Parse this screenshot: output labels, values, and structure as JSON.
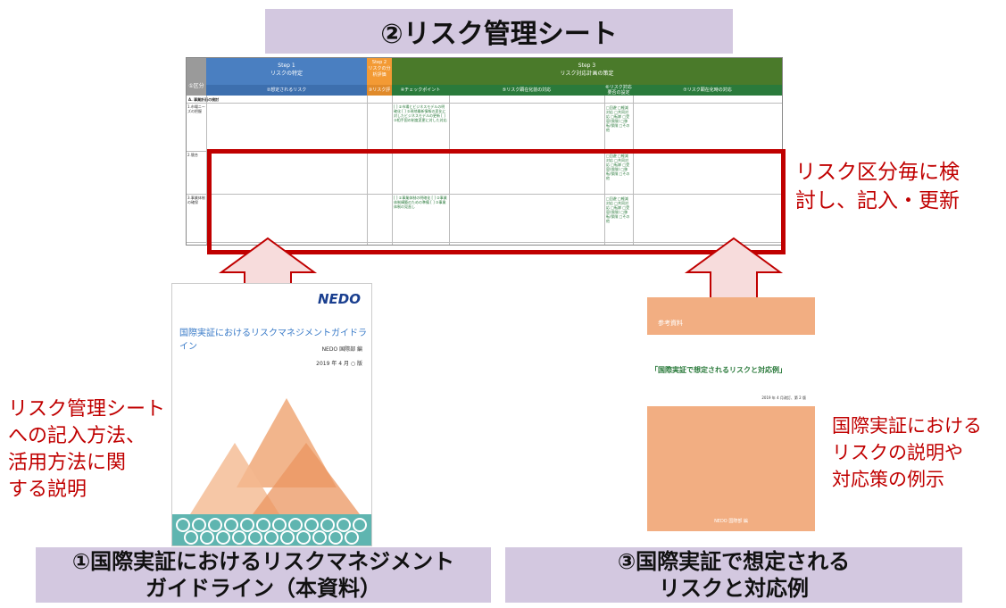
{
  "title": "②リスク管理シート",
  "sheet": {
    "col_label": "①区分",
    "step1": {
      "title": "Step 1",
      "subtitle": "リスクの特定",
      "sub": "②想定されるリスク"
    },
    "step2": {
      "title": "Step 2",
      "subtitle": "リスクの分析評価",
      "sub": "③リスク評価"
    },
    "step3": {
      "title": "Step 3",
      "subtitle": "リスク対応計画の策定",
      "subs": [
        "④チェックポイント",
        "⑤リスク顕在化前の対応",
        "⑥リスク対応要否の設定",
        "⑦リスク顕在化時の対応"
      ]
    },
    "section": "A. 事業計画の検討",
    "rows": [
      {
        "label": "1.市場ニーズの把握",
        "check": "[ ] ①市場とビジネスモデルの明確化 [ ] ②現地最新情報の変化に対したビジネスモデルの更新 [ ] ③相手国の制度変更に対した対応",
        "options": "□回避 □軽減対応 □共同対応 □転嫁 □受容(保険) □移転/保険 □その他"
      },
      {
        "label": "2.競合",
        "check": "",
        "options": "□回避 □軽減対応 □共同対応 □転嫁 □受容(保険) □移転/保険 □その他"
      },
      {
        "label": "3.事業体制の確保",
        "check": "[ ] ①事業体制の明確化 [ ] ②事業体制構築のための準備 [ ] ③事業体制の見直し",
        "options": "□回避 □軽減対応 □共同対応 □転嫁 □受容(保険) □移転/保険 □その他"
      }
    ]
  },
  "callout_right": [
    "リスク区分毎に検",
    "討し、記入・更新"
  ],
  "callout_left": [
    "リスク管理シート",
    "への記入方法、",
    "活用方法に関",
    "する説明"
  ],
  "callout_bottom_right": [
    "国際実証における",
    "リスクの説明や",
    "対応策の例示"
  ],
  "doc1": {
    "logo": "NEDO",
    "title": "国際実証におけるリスクマネジメントガイドライン",
    "dept": "NEDO 国際部 編",
    "date": "2019 年 4 月 ○ 版"
  },
  "doc3": {
    "header": "参考資料",
    "title": "「国際実証で想定されるリスクと対応例」",
    "date": "2019 年 4 月改訂、第 2 版",
    "footer": "NEDO 国際部 編"
  },
  "bottom_left": [
    "①国際実証におけるリスクマネジメント",
    "ガイドライン（本資料）"
  ],
  "bottom_right": [
    "③国際実証で想定される",
    "リスクと対応例"
  ],
  "colors": {
    "accent_red": "#c00000",
    "lavender": "#d3c8e0",
    "step1_blue": "#4a7fc1",
    "step2_orange": "#f39a34",
    "step3_green": "#4a7a2a",
    "orange_doc": "#f2ae82"
  }
}
